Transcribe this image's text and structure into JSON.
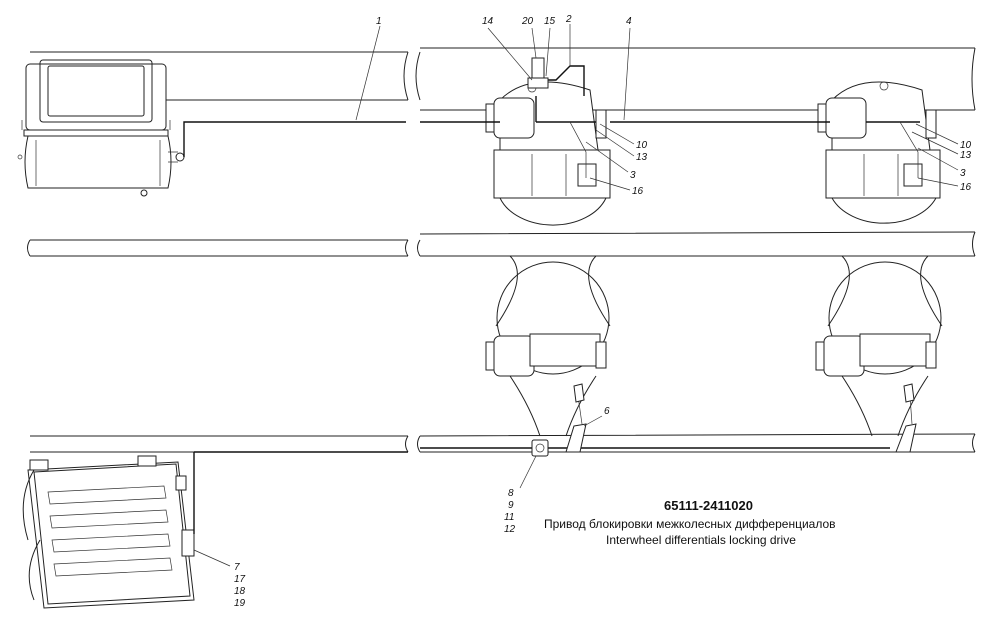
{
  "title": {
    "code": "65111-2411020",
    "ru": "Привод блокировки межколесных дифференциалов",
    "en": "Interwheel differentials locking drive"
  },
  "callouts": {
    "c1": "1",
    "c14": "14",
    "c20": "20",
    "c15": "15",
    "c2": "2",
    "c4": "4",
    "c10a": "10",
    "c13a": "13",
    "c3a": "3",
    "c16a": "16",
    "c10b": "10",
    "c13b": "13",
    "c3b": "3",
    "c16b": "16",
    "c6": "6",
    "c8": "8",
    "c9": "9",
    "c11": "11",
    "c12": "12",
    "c7": "7",
    "c17": "17",
    "c18": "18",
    "c19": "19"
  }
}
